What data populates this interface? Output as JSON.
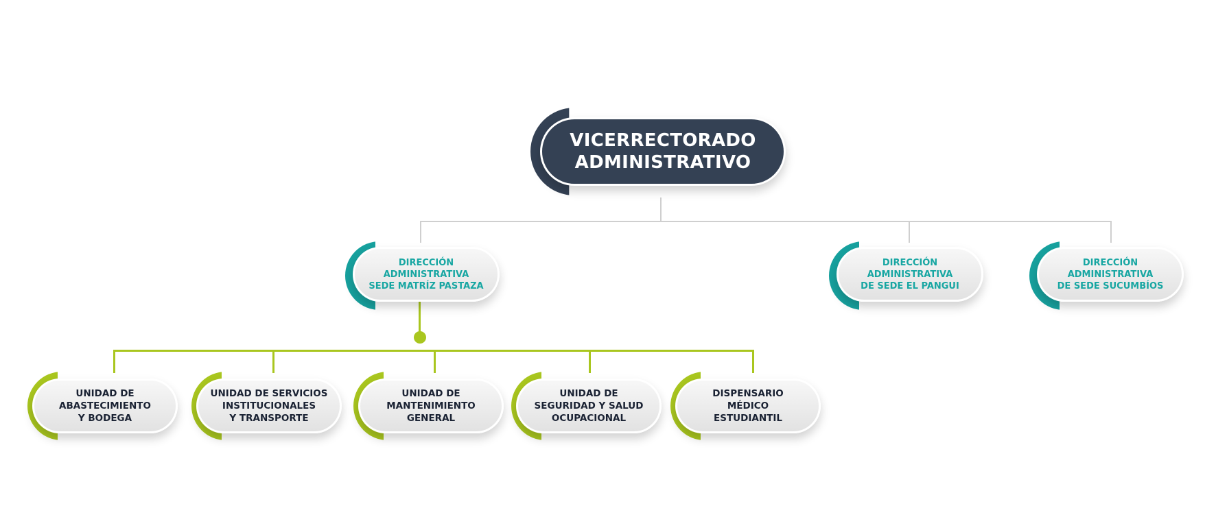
{
  "root": {
    "lines": [
      "VICERRECTORADO",
      "ADMINISTRATIVO"
    ]
  },
  "directions": [
    {
      "lines": [
        "DIRECCIÓN",
        "ADMINISTRATIVA",
        "SEDE MATRÍZ PASTAZA"
      ]
    },
    {
      "lines": [
        "DIRECCIÓN ADMINISTRATIVA",
        "DE SEDE EL PANGUI"
      ]
    },
    {
      "lines": [
        "DIRECCIÓN ADMINISTRATIVA",
        "DE SEDE SUCUMBÍOS"
      ]
    }
  ],
  "units": [
    {
      "lines": [
        "UNIDAD DE",
        "ABASTECIMIENTO",
        "Y BODEGA"
      ]
    },
    {
      "lines": [
        "UNIDAD DE SERVICIOS",
        "INSTITUCIONALES",
        "Y TRANSPORTE"
      ]
    },
    {
      "lines": [
        "UNIDAD DE",
        "MANTENIMIENTO",
        "GENERAL"
      ]
    },
    {
      "lines": [
        "UNIDAD DE",
        "SEGURIDAD Y SALUD",
        "OCUPACIONAL"
      ]
    },
    {
      "lines": [
        "DISPENSARIO",
        "MÉDICO",
        "ESTUDIANTIL"
      ]
    }
  ],
  "colors": {
    "root": "#344154",
    "direction": "#17a19e",
    "unit": "#a9c61f",
    "connector_gray": "#cfcfcf"
  }
}
